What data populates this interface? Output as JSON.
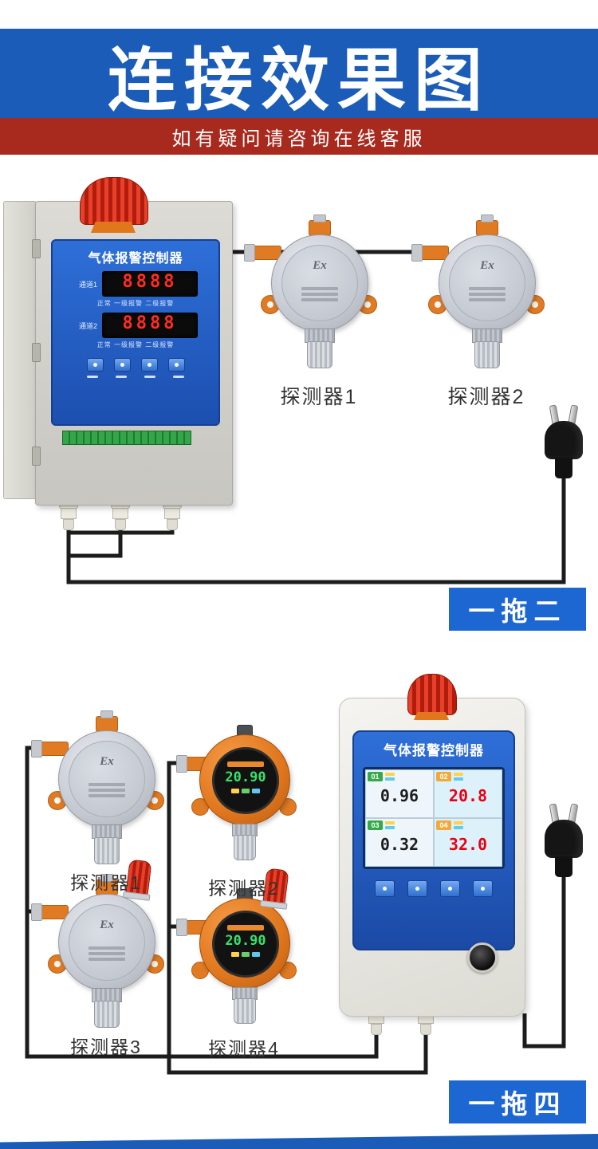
{
  "header": {
    "title": "连接效果图",
    "subtitle": "如有疑问请咨询在线客服",
    "band_color": "#1a5cb8",
    "subband_color": "#a8291e"
  },
  "section1": {
    "badge": "一拖二",
    "controller": {
      "title": "气体报警控制器",
      "channel1_label": "通道1",
      "channel2_label": "通道2",
      "display1": "8888",
      "display2": "8888",
      "display_color": "#ff2d1f",
      "status_row1": "正常 一级报警 二级报警",
      "status_row2": "正常 一级报警 二级报警"
    },
    "detectors": [
      {
        "label": "探测器1",
        "marking": "Ex"
      },
      {
        "label": "探测器2",
        "marking": "Ex"
      }
    ]
  },
  "section2": {
    "badge": "一拖四",
    "detectors": [
      {
        "label": "探测器1",
        "marking": "Ex"
      },
      {
        "label": "探测器2",
        "lcd_value": "20.90",
        "lcd_color": "#3ae06b"
      },
      {
        "label": "探测器3",
        "marking": "Ex"
      },
      {
        "label": "探测器4",
        "lcd_value": "20.90",
        "lcd_color": "#3ae06b"
      }
    ],
    "controller": {
      "title": "气体报警控制器",
      "channels": [
        {
          "id": "01",
          "value": "0.96",
          "color": "#1d1d1d",
          "chip": "#35a947"
        },
        {
          "id": "02",
          "value": "20.8",
          "color": "#e60012",
          "chip": "#f2a93b"
        },
        {
          "id": "03",
          "value": "0.32",
          "color": "#1d1d1d",
          "chip": "#35a947"
        },
        {
          "id": "04",
          "value": "32.0",
          "color": "#e60012",
          "chip": "#f2a93b"
        }
      ]
    }
  }
}
